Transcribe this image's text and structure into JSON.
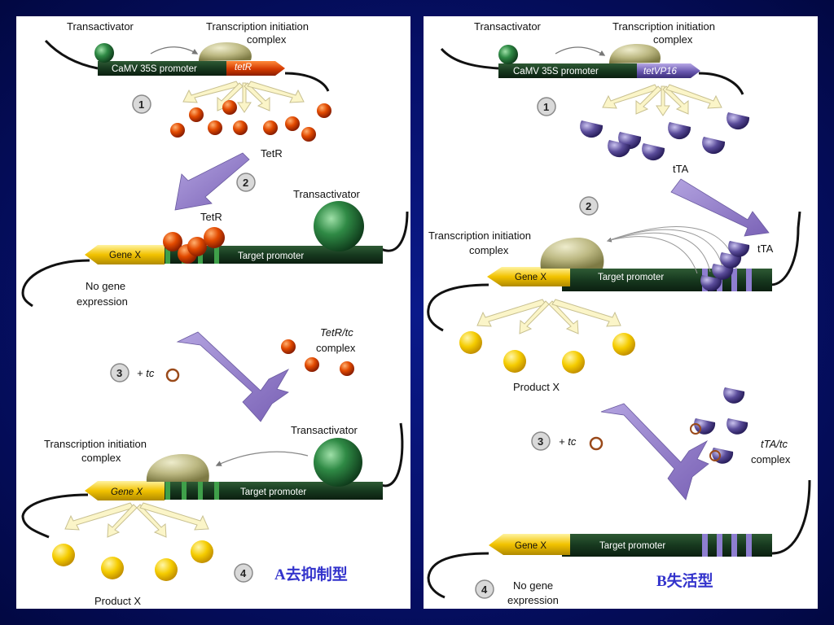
{
  "panel_a": {
    "top_transactivator": "Transactivator",
    "top_tic_line1": "Transcription initiation",
    "top_tic_line2": "complex",
    "promoter_label": "CaMV 35S promoter",
    "gene_top": "tetR",
    "step1": "1",
    "tetr_label": "TetR",
    "step2": "2",
    "mid_transactivator": "Transactivator",
    "mid_tetr": "TetR",
    "gene_x_1": "Gene X",
    "target_promoter_1": "Target promoter",
    "no_expr_line1": "No gene",
    "no_expr_line2": "expression",
    "step3": "3",
    "plus_tc": "+ tc",
    "complex_line1": "TetR/tc",
    "complex_line2": "complex",
    "bot_transactivator": "Transactivator",
    "bot_tic_line1": "Transcription initiation",
    "bot_tic_line2": "complex",
    "gene_x_2": "Gene X",
    "target_promoter_2": "Target promoter",
    "step4": "4",
    "product": "Product X",
    "caption": "A去抑制型"
  },
  "panel_b": {
    "top_transactivator": "Transactivator",
    "top_tic_line1": "Transcription initiation",
    "top_tic_line2": "complex",
    "promoter_label": "CaMV 35S promoter",
    "gene_top": "tetVP16",
    "step1": "1",
    "tta_label": "tTA",
    "step2": "2",
    "mid_tic_line1": "Transcription initiation",
    "mid_tic_line2": "complex",
    "mid_tta": "tTA",
    "gene_x_1": "Gene X",
    "target_promoter_1": "Target promoter",
    "product": "Product X",
    "step3": "3",
    "plus_tc": "+ tc",
    "complex_line1": "tTA/tc",
    "complex_line2": "complex",
    "gene_x_2": "Gene X",
    "target_promoter_2": "Target promoter",
    "step4": "4",
    "no_expr_line1": "No gene",
    "no_expr_line2": "expression",
    "caption": "B失活型"
  },
  "colors": {
    "background": "#06106a",
    "dna_bar": "#17391f",
    "gene_yellow": "#f2c200",
    "tetr_orange": "#e04a00",
    "tta_purple": "#5a4c9a",
    "arrow_violet": "#8c78c0",
    "caption_blue": "#3333cc"
  }
}
